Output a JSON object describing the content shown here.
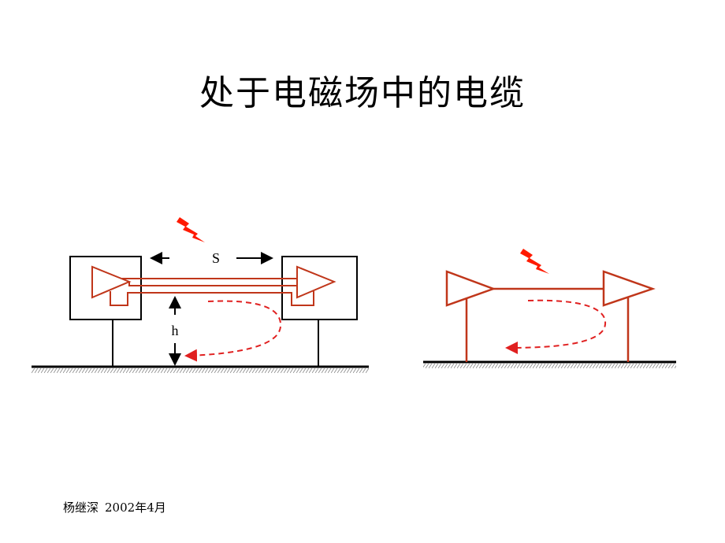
{
  "title": "处于电磁场中的电缆",
  "diagram": {
    "left": {
      "spacing_label": "S",
      "height_label": "h"
    }
  },
  "footer": {
    "author": "杨继深",
    "date": "2002年4月"
  },
  "colors": {
    "wire": "#c0361a",
    "field_loop": "#e02020",
    "lightning": "#ff1a00",
    "ground": "#000000"
  }
}
